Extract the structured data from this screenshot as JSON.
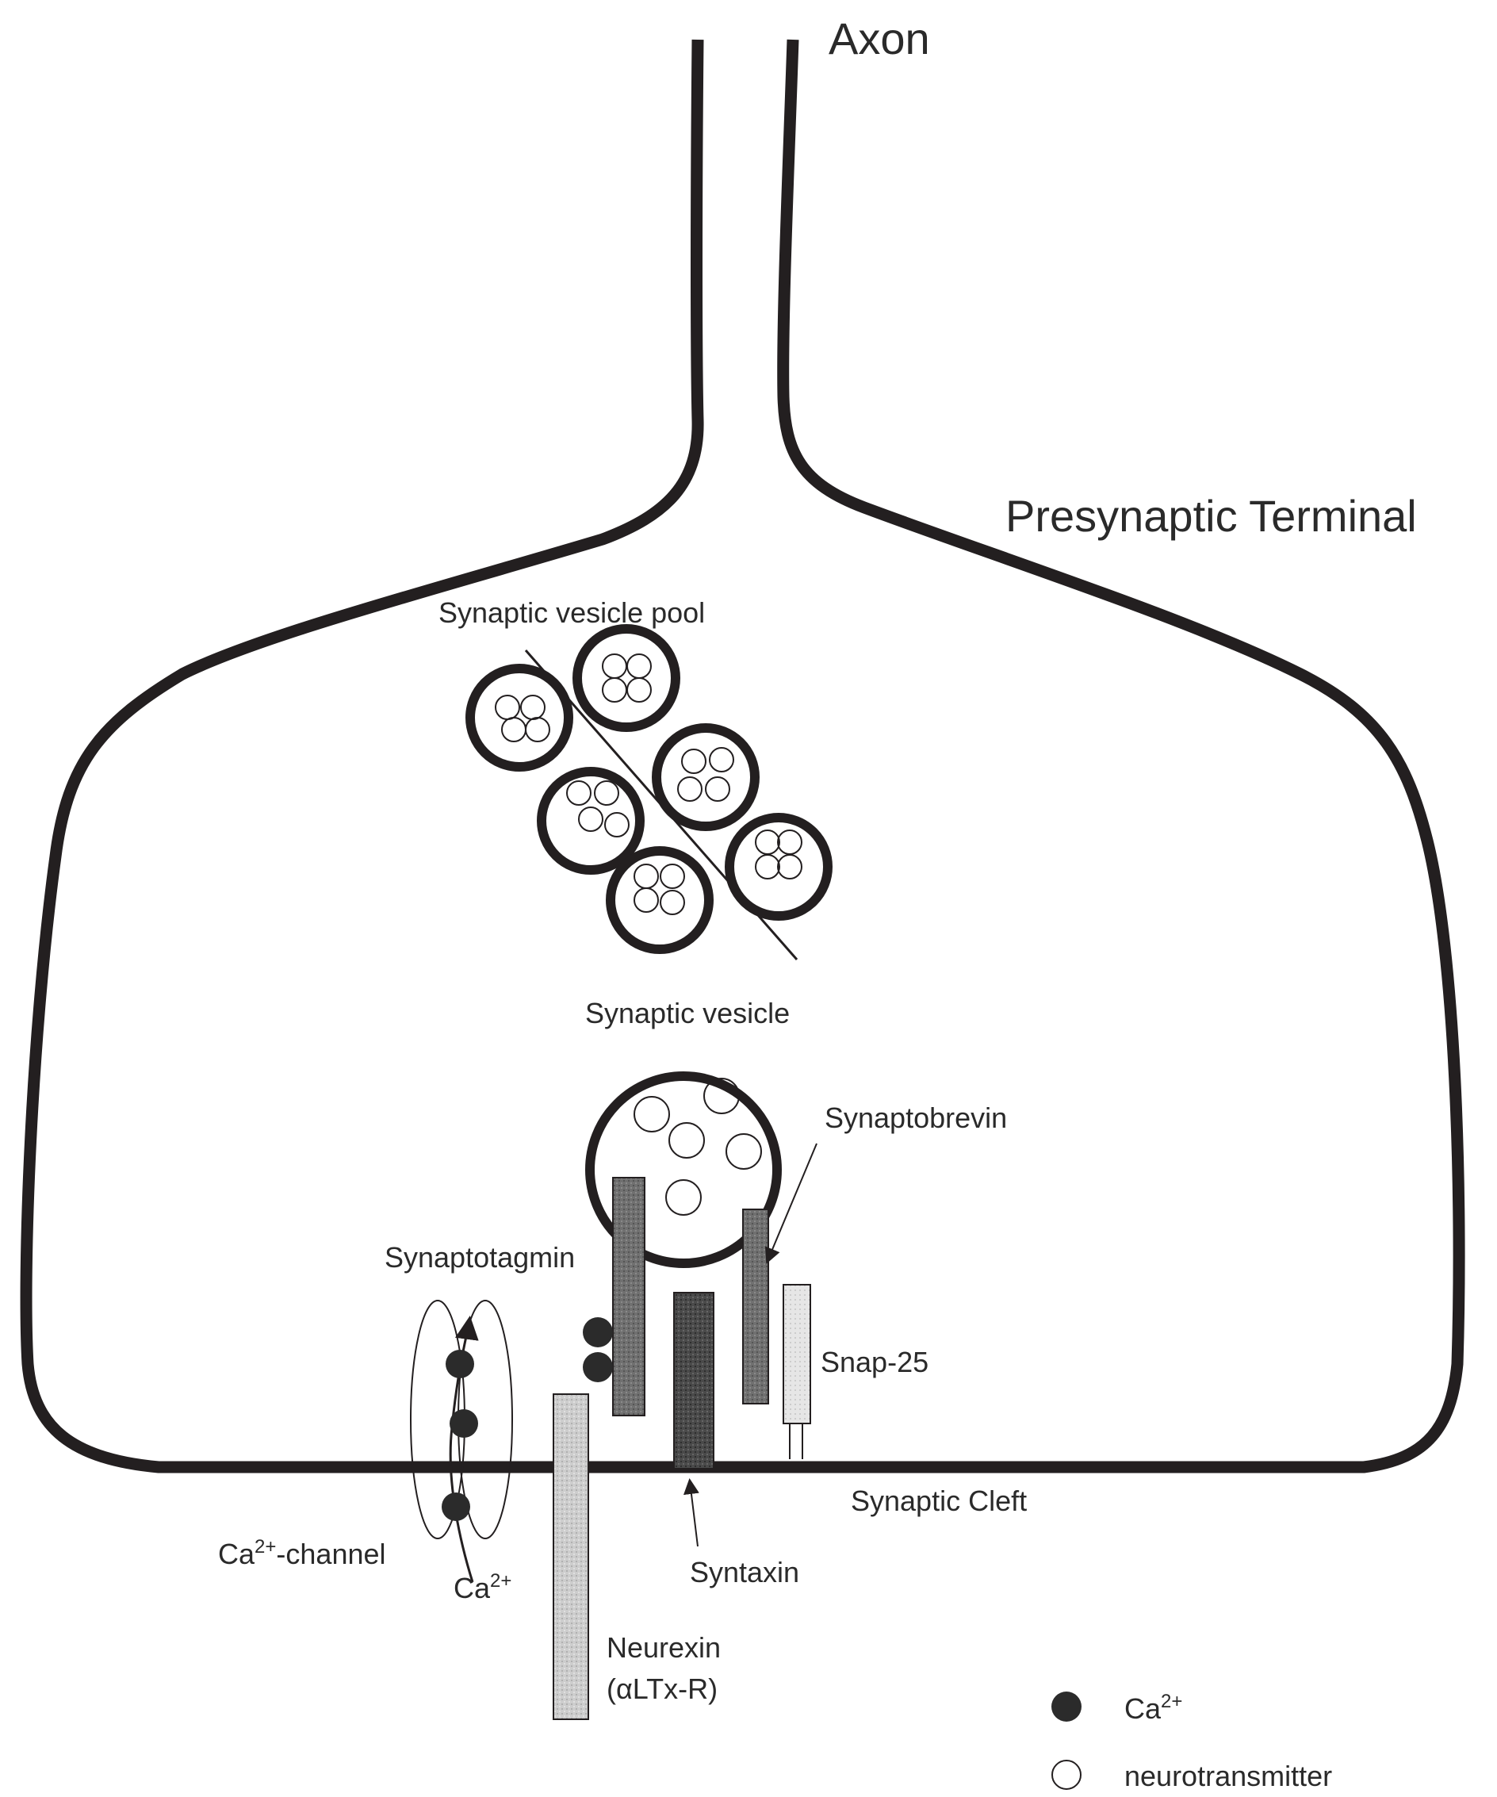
{
  "labels": {
    "axon": "Axon",
    "presynaptic_terminal": "Presynaptic Terminal",
    "vesicle_pool": "Synaptic vesicle pool",
    "synaptic_vesicle": "Synaptic vesicle",
    "synaptobrevin": "Synaptobrevin",
    "synaptotagmin": "Synaptotagmin",
    "snap25": "Snap-25",
    "synaptic_cleft": "Synaptic Cleft",
    "syntaxin": "Syntaxin",
    "ca_channel_base": "Ca",
    "ca_channel_sup": "2+",
    "ca_channel_suffix": "-channel",
    "ca_ion_base": "Ca",
    "ca_ion_sup": "2+",
    "neurexin": "Neurexin",
    "neurexin_alt": "(αLTx-R)"
  },
  "legend": {
    "calcium_base": "Ca",
    "calcium_sup": "2+",
    "neurotransmitter": "neurotransmitter"
  },
  "colors": {
    "membrane": "#231f20",
    "synaptotagmin": "#6b6b6b",
    "syntaxin": "#3e3e3e",
    "synaptobrevin": "#5c5c5c",
    "snap25": "#e2e2e2",
    "neurexin": "#c4c4c4",
    "ca_ion": "#2b2b2b"
  }
}
